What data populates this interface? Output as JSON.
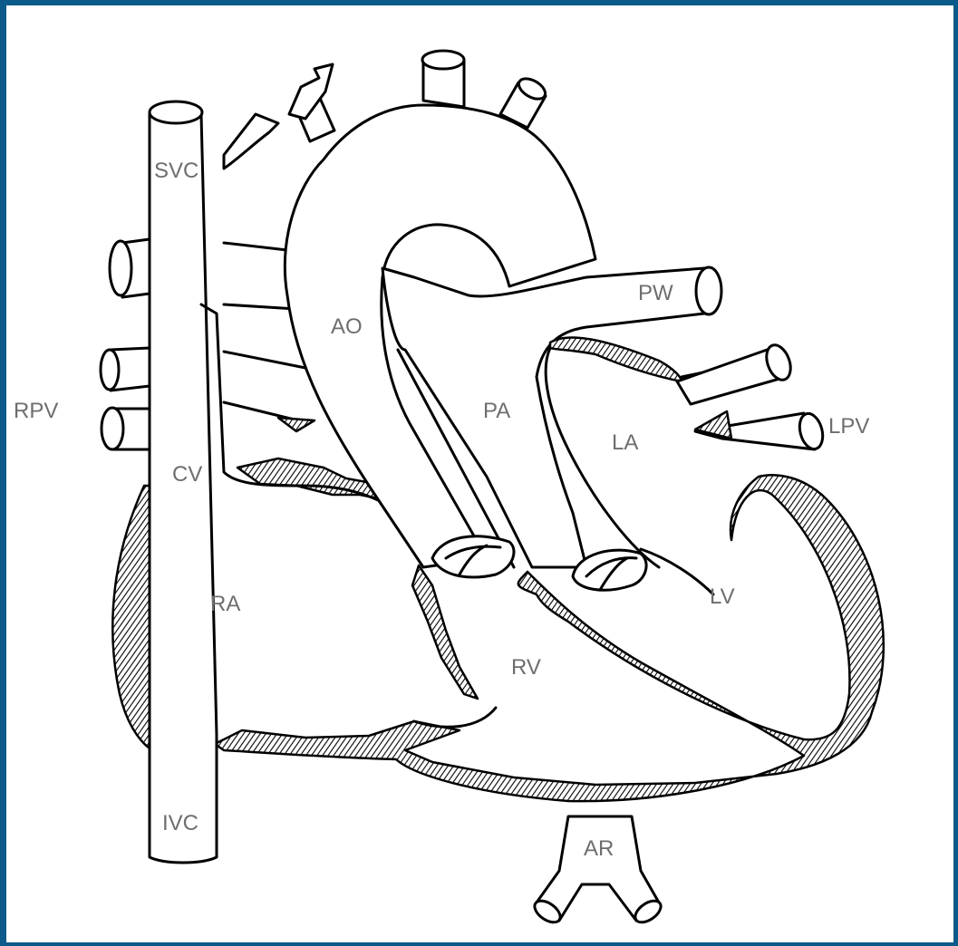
{
  "diagram": {
    "labels": {
      "svc": "SVC",
      "rpv": "RPV",
      "cv": "CV",
      "ra": "RA",
      "ivc": "IVC",
      "ao": "AO",
      "pa": "PA",
      "pw": "PW",
      "la": "LA",
      "lpv": "LPV",
      "lv": "LV",
      "rv": "RV",
      "ar": "AR"
    }
  }
}
